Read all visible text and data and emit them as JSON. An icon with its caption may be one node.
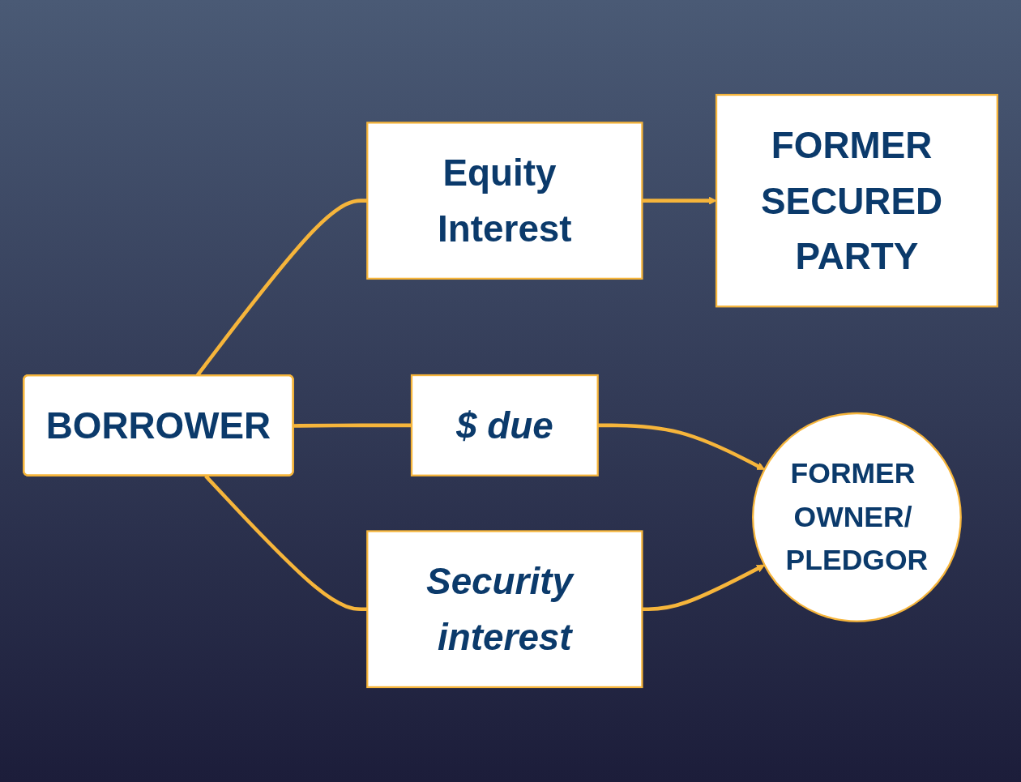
{
  "diagram": {
    "nodes": [
      {
        "text": [
          "FORMER SECURED PARTY"
        ]
      },
      {
        "text": [
          "Equity Interest"
        ]
      },
      {
        "text": [
          "BORROWER"
        ]
      },
      {
        "text": [
          "$ due"
        ]
      },
      {
        "text": [
          "Security interest"
        ]
      },
      {
        "text": [
          "FORMER OWNER/ PLEDGOR"
        ]
      }
    ],
    "edges": [
      {
        "from": 2,
        "to": 1,
        "arrow": "none"
      },
      {
        "from": 1,
        "to": 0,
        "arrow": "to"
      },
      {
        "from": 2,
        "to": 3,
        "arrow": "none"
      },
      {
        "from": 3,
        "to": 5,
        "arrow": "to"
      },
      {
        "from": 2,
        "to": 4,
        "arrow": "none"
      },
      {
        "from": 4,
        "to": 5,
        "arrow": "to"
      }
    ]
  }
}
